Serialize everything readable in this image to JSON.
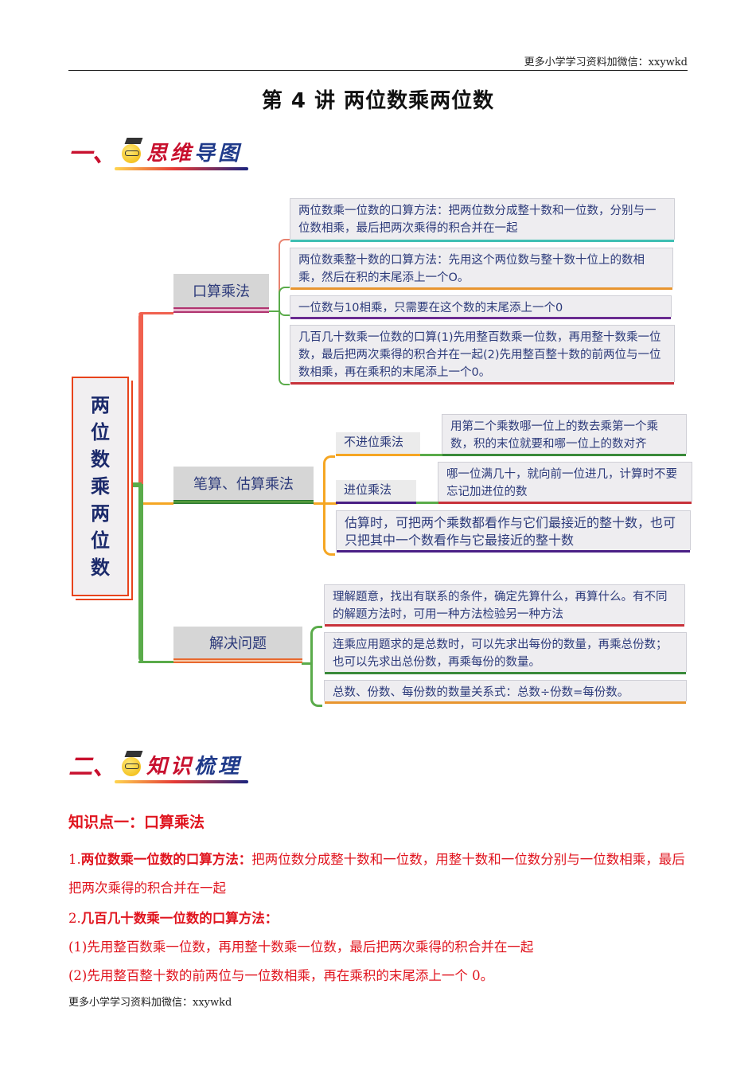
{
  "header": {
    "note": "更多小学学习资料加微信：xxywkd"
  },
  "page_title": "第 4 讲  两位数乘两位数",
  "section1": {
    "num": "一、",
    "text_red": "思维",
    "text_blue": "导图"
  },
  "section2": {
    "num": "二、",
    "text_red": "知识",
    "text_blue": "梳理"
  },
  "mindmap": {
    "root": [
      "两",
      "位",
      "数",
      "乘",
      "两",
      "位",
      "数"
    ],
    "branches": [
      {
        "label": "口算乘法",
        "leaves": [
          {
            "text": "两位数乘一位数的口算方法：把两位数分成整十数和一位数，分别与一位数相乘，最后把两次乘得的积合并在一起",
            "bar": "#3fbfb3"
          },
          {
            "text": "两位数乘整十数的口算方法：先用这个两位数与整十数十位上的数相乘，然后在积的末尾添上一个O。",
            "bar": "#e8952f"
          },
          {
            "text": "一位数与10相乘，只需要在这个数的末尾添上一个0",
            "bar": "#6a2c91"
          },
          {
            "text": "几百几十数乘一位数的口算(1)先用整百数乘一位数，再用整十数乘一位数，最后把两次乘得的积合并在一起(2)先用整百整十数的前两位与一位数相乘，再在乘积的末尾添上一个0。",
            "bar": "#c8323a"
          }
        ]
      },
      {
        "label": "笔算、估算乘法",
        "subs": [
          {
            "label": "不进位乘法",
            "leaf": "用第二个乘数哪一位上的数去乘第一个乘数，积的末位就要和哪一位上的数对齐",
            "bar": "#3a8a3a"
          },
          {
            "label": "进位乘法",
            "leaf": "哪一位满几十，就向前一位进几，计算时不要忘记加进位的数",
            "bar": "#c8323a"
          }
        ],
        "leaves": [
          {
            "text": "估算时，可把两个乘数都看作与它们最接近的整十数，也可只把其中一个数看作与它最接近的整十数",
            "bar": "#4a1f85"
          }
        ]
      },
      {
        "label": "解决问题",
        "leaves": [
          {
            "text": "理解题意，找出有联系的条件，确定先算什么，再算什么。有不同的解题方法时，可用一种方法检验另一种方法",
            "bar": "#c8323a"
          },
          {
            "text": "连乘应用题求的是总数时，可以先求出每份的数量，再乘总份数；也可以先求出总份数，再乘每份的数量。",
            "bar": "#3a8a3a"
          },
          {
            "text": "总数、份数、每份数的数量关系式：总数÷份数=每份数。",
            "bar": "#e8952f"
          }
        ]
      }
    ]
  },
  "knowledge": {
    "point_title": "知识点一：口算乘法",
    "items": [
      {
        "num": "1.",
        "bold": "两位数乘一位数的口算方法：",
        "text": "把两位数分成整十数和一位数，用整十数和一位数分别与一位数相乘，最后把两次乘得的积合并在一起"
      },
      {
        "num": "2.",
        "bold": "几百几十数乘一位数的口算方法：",
        "text": ""
      },
      {
        "num": "",
        "bold": "",
        "text": "(1)先用整百数乘一位数，再用整十数乘一位数，最后把两次乘得的积合并在一起"
      },
      {
        "num": "",
        "bold": "",
        "text": "(2)先用整百整十数的前两位与一位数相乘，再在乘积的末尾添上一个 0。"
      }
    ]
  },
  "footer": {
    "note": "更多小学学习资料加微信：xxywkd"
  },
  "colors": {
    "red_branch": "#f0614f",
    "green_branch": "#5aab4a",
    "orange_branch": "#f5a623",
    "text_navy": "#2c3a7a",
    "doc_red": "#e0141e"
  }
}
